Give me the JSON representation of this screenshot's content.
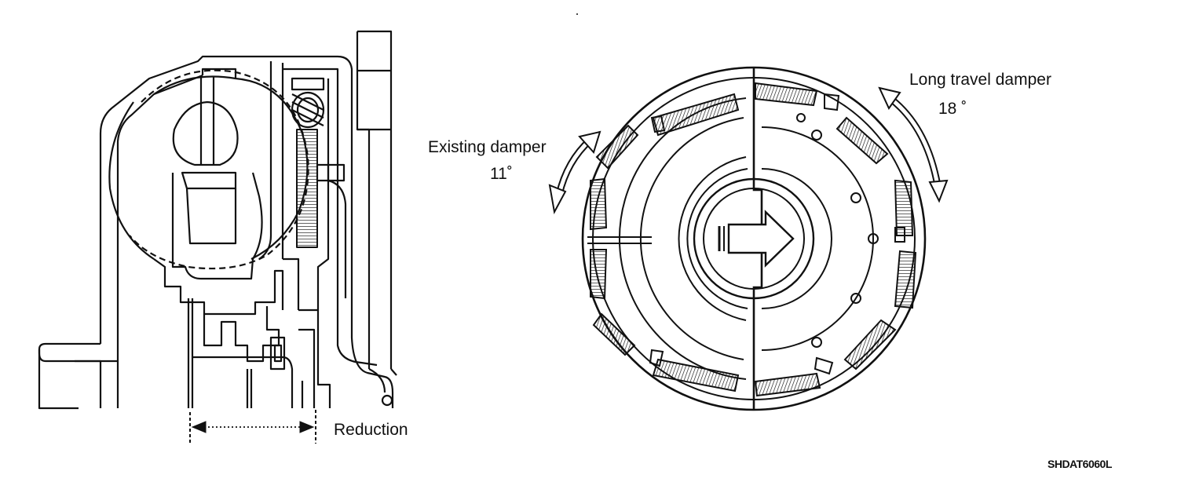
{
  "labels": {
    "existing_damper": "Existing damper",
    "existing_angle": "11˚",
    "long_travel_damper": "Long travel damper",
    "long_angle": "18 ˚",
    "reduction": "Reduction",
    "figure_code": "SHDAT6060L"
  }
}
